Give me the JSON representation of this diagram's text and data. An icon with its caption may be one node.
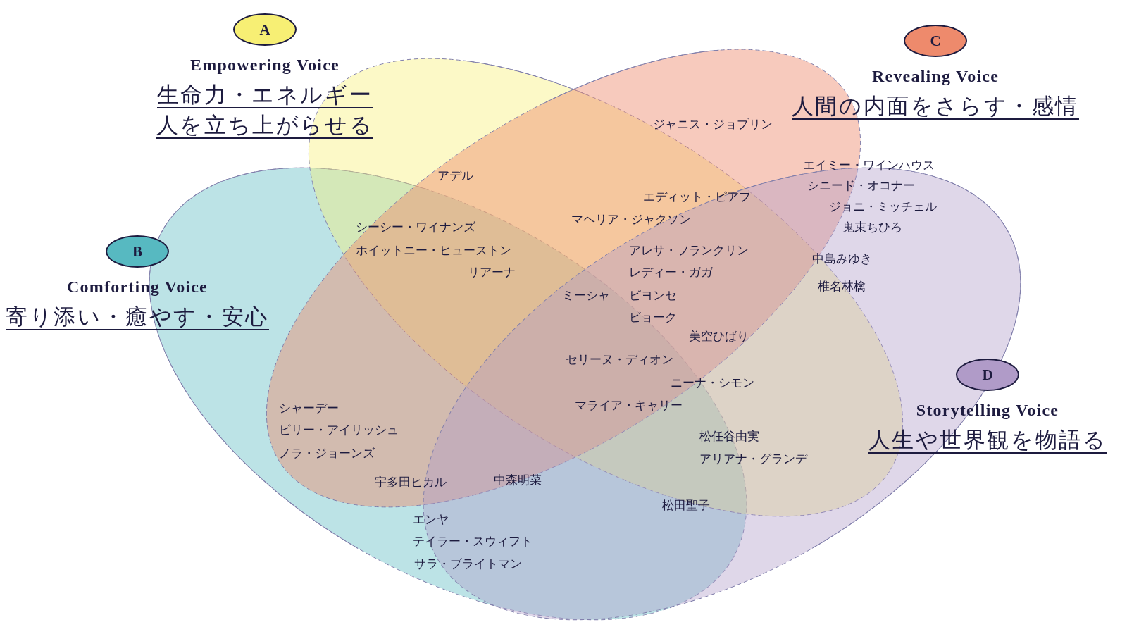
{
  "diagram": {
    "nodes": [
      {
        "text": [
          "A"
        ],
        "beside": [
          "Empowering Voice",
          "生命力・エネルギー",
          "人を立ち上がらせる"
        ]
      },
      {
        "text": [
          "C"
        ],
        "beside": [
          "Revealing Voice",
          "人間の内面をさらす・感情"
        ]
      },
      {
        "text": [
          "B"
        ],
        "beside": [
          "Comforting Voice",
          "寄り添い・癒やす・安心"
        ]
      },
      {
        "text": [
          "D"
        ],
        "beside": [
          "Storytelling Voice",
          "人生や世界観を物語る"
        ]
      }
    ],
    "labels": [
      "ジャニス・ジョプリン",
      "エイミー・ワインハウス",
      "アデル",
      "シニード・オコナー",
      "エディット・ピアフ",
      "ジョニ・ミッチェル",
      "マヘリア・ジャクソン",
      "シーシー・ワイナンズ",
      "鬼束ちひろ",
      "ホイットニー・ヒューストン",
      "アレサ・フランクリン",
      "中島みゆき",
      "リアーナ",
      "レディー・ガガ",
      "椎名林檎",
      "ミーシャ",
      "ビヨンセ",
      "ビョーク",
      "美空ひばり",
      "セリーヌ・ディオン",
      "ニーナ・シモン",
      "シャーデー",
      "マライア・キャリー",
      "ビリー・アイリッシュ",
      "松任谷由実",
      "ノラ・ジョーンズ",
      "アリアナ・グランデ",
      "宇多田ヒカル",
      "中森明菜",
      "松田聖子",
      "エンヤ",
      "テイラー・スウィフト",
      "サラ・ブライトマン"
    ]
  }
}
